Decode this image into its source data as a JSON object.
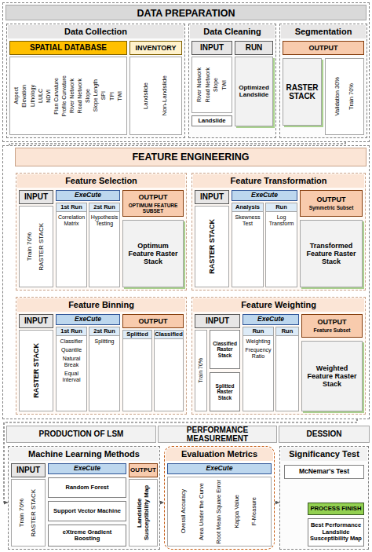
{
  "diagram": {
    "nodes": [
      {
        "text": [
          "DATA PREPARATION"
        ]
      },
      {
        "text": [
          "Data Collection"
        ],
        "in": 0
      },
      {
        "text": [
          "SPATIAL DATABASE"
        ],
        "in": 1
      },
      {
        "text": [
          "Aspect",
          "Elevation",
          "Lithology",
          "LULC",
          "NDVI",
          "Plan Curvature",
          "Profile Curvature",
          "River Network",
          "Road Network",
          "Slope",
          "Slope Length",
          "SPI",
          "TPI",
          "TWI"
        ],
        "in": 1
      },
      {
        "text": [
          "INVENTORY"
        ],
        "in": 1
      },
      {
        "text": [
          "Landslide",
          "Non-Landslide"
        ],
        "in": 1
      },
      {
        "text": [
          "Data Cleaning"
        ],
        "in": 0
      },
      {
        "text": [
          "INPUT"
        ],
        "in": 6
      },
      {
        "text": [
          "River Network",
          "Road Network",
          "Slope",
          "TWI"
        ],
        "in": 6
      },
      {
        "text": [
          "Landslide"
        ],
        "in": 6
      },
      {
        "text": [
          "RUN"
        ],
        "in": 6
      },
      {
        "text": [
          "Optimized Landslide"
        ],
        "in": 6
      },
      {
        "text": [
          "Segmentation"
        ],
        "in": 0
      },
      {
        "text": [
          "OUTPUT"
        ],
        "in": 12
      },
      {
        "text": [
          "RASTER STACK"
        ],
        "in": 12
      },
      {
        "text": [
          "Validation 30%",
          "Train 70%"
        ],
        "in": 12
      },
      {
        "text": [
          "FEATURE ENGINEERING"
        ]
      },
      {
        "text": [
          "Feature Selection"
        ],
        "in": 16
      },
      {
        "text": [
          "INPUT"
        ],
        "in": 17
      },
      {
        "text": [
          "Train 70%",
          "RASTER STACK"
        ],
        "in": 17
      },
      {
        "text": [
          "ExeCute"
        ],
        "in": 17
      },
      {
        "text": [
          "1st Run",
          "Correlation Matrix"
        ],
        "in": 17
      },
      {
        "text": [
          "2st Run",
          "Hypothesis Testing"
        ],
        "in": 17
      },
      {
        "text": [
          "OUTPUT",
          "OPTIMUM FEATURE SUBSET"
        ],
        "in": 17
      },
      {
        "text": [
          "Optimum Feature Raster Stack"
        ],
        "in": 17
      },
      {
        "text": [
          "Feature Transformation"
        ],
        "in": 16
      },
      {
        "text": [
          "INPUT"
        ],
        "in": 25
      },
      {
        "text": [
          "RASTER STACK"
        ],
        "in": 25
      },
      {
        "text": [
          "ExeCute"
        ],
        "in": 25
      },
      {
        "text": [
          "Analysis",
          "Skewness Test"
        ],
        "in": 25
      },
      {
        "text": [
          "Run",
          "Log Transform"
        ],
        "in": 25
      },
      {
        "text": [
          "OUTPUT",
          "Symmetric Subset"
        ],
        "in": 25
      },
      {
        "text": [
          "Transformed Feature Raster Stack"
        ],
        "in": 25
      },
      {
        "text": [
          "Feature Binning"
        ],
        "in": 16
      },
      {
        "text": [
          "INPUT"
        ],
        "in": 33
      },
      {
        "text": [
          "RASTER STACK"
        ],
        "in": 33
      },
      {
        "text": [
          "ExeCute"
        ],
        "in": 33
      },
      {
        "text": [
          "1st Run",
          "Classifier",
          "Quantile",
          "Natural Break",
          "Equal Interval"
        ],
        "in": 33
      },
      {
        "text": [
          "2st Run",
          "Splitting"
        ],
        "in": 33
      },
      {
        "text": [
          "OUTPUT"
        ],
        "in": 33
      },
      {
        "text": [
          "Splitted"
        ],
        "in": 33
      },
      {
        "text": [
          "Classified"
        ],
        "in": 33
      },
      {
        "text": [
          "Feature Weighting"
        ],
        "in": 16
      },
      {
        "text": [
          "INPUT"
        ],
        "in": 42
      },
      {
        "text": [
          "Train 70%"
        ],
        "in": 42
      },
      {
        "text": [
          "Classified Raster Stack"
        ],
        "in": 42
      },
      {
        "text": [
          "Splitted Raster Stack"
        ],
        "in": 42
      },
      {
        "text": [
          "ExeCute"
        ],
        "in": 42
      },
      {
        "text": [
          "Run",
          "Weighting",
          "Frequency Ratio"
        ],
        "in": 42
      },
      {
        "text": [
          "Run"
        ],
        "in": 42
      },
      {
        "text": [
          "OUTPUT",
          "Feature Subset"
        ],
        "in": 42
      },
      {
        "text": [
          "Weighted Feature Raster Stack"
        ],
        "in": 42
      },
      {
        "text": [
          "PRODUCTION OF LSM"
        ]
      },
      {
        "text": [
          "PERFORMANCE MEASUREMENT"
        ]
      },
      {
        "text": [
          "DESSION"
        ]
      },
      {
        "text": [
          "Machine Learning Methods"
        ]
      },
      {
        "text": [
          "INPUT"
        ],
        "in": 55
      },
      {
        "text": [
          "Train 70%",
          "RASTER STACK"
        ],
        "in": 55
      },
      {
        "text": [
          "ExeCute"
        ],
        "in": 55
      },
      {
        "text": [
          "Random Forest"
        ],
        "in": 55
      },
      {
        "text": [
          "Support Vector Machine"
        ],
        "in": 55
      },
      {
        "text": [
          "eXtreme Gradient Boosting"
        ],
        "in": 55
      },
      {
        "text": [
          "OUTPUT"
        ],
        "in": 55
      },
      {
        "text": [
          "Landslide Susceptibility Map"
        ],
        "in": 55
      },
      {
        "text": [
          "Evaluation Metrics"
        ]
      },
      {
        "text": [
          "ExeCute"
        ],
        "in": 64
      },
      {
        "text": [
          "Overall Accuracy",
          "Area Under the Curve",
          "Root Mean Square Error",
          "Kappa Value",
          "F-Measure"
        ],
        "in": 64
      },
      {
        "text": [
          "Significancy Test"
        ]
      },
      {
        "text": [
          "McNemar's Test"
        ],
        "in": 67
      },
      {
        "text": [
          "PROCESS FINISH"
        ],
        "in": 67
      },
      {
        "text": [
          "Best Performance Landslide Susceptibility Map"
        ],
        "in": 67
      }
    ],
    "edges": [
      {
        "from": 1,
        "to": 6,
        "arrow": "to"
      },
      {
        "from": 6,
        "to": 12,
        "arrow": "to"
      },
      {
        "from": 12,
        "to": 17,
        "arrow": "to"
      },
      {
        "from": 17,
        "to": 25,
        "arrow": "to"
      },
      {
        "from": 25,
        "to": 33,
        "arrow": "to"
      },
      {
        "from": 33,
        "to": 42,
        "arrow": "to"
      },
      {
        "from": 42,
        "to": 55,
        "arrow": "to"
      },
      {
        "from": 55,
        "to": 64,
        "arrow": "to"
      },
      {
        "from": 64,
        "to": 67,
        "arrow": "to"
      }
    ]
  }
}
